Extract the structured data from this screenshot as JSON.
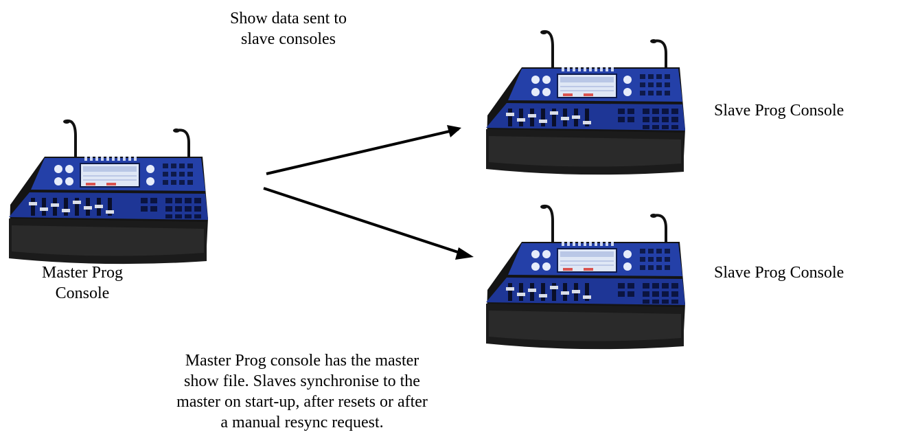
{
  "labels": {
    "top": "Show data sent to\nslave consoles",
    "slave1": "Slave Prog Console",
    "slave2": "Slave Prog Console",
    "master": "Master Prog\nConsole",
    "bottom": "Master Prog console has the master\nshow file.  Slaves synchronise to the\nmaster on start-up, after resets or after\na manual resync request."
  },
  "colors": {
    "console_blue": "#2440a8",
    "console_dark": "#0e1a4a",
    "console_black": "#141414",
    "screen": "#dfe7f5",
    "arrow": "#000000"
  }
}
